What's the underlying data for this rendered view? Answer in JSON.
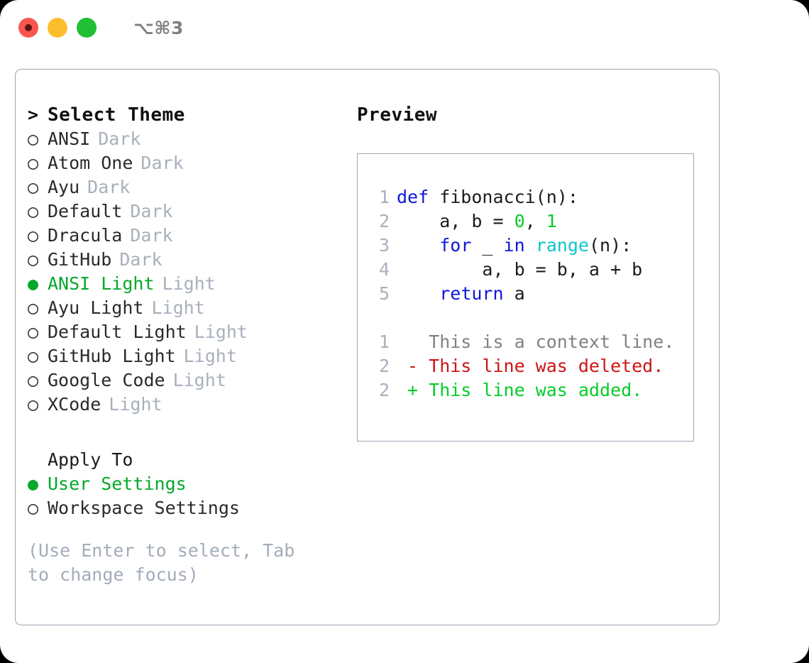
{
  "window": {
    "traffic_lights": [
      "close-red",
      "minimize-yellow",
      "maximize-green"
    ],
    "shortcut": "⌥⌘3"
  },
  "theme_picker": {
    "caret": ">",
    "title": "Select Theme",
    "selected_marker": "●",
    "unselected_marker": "○",
    "items": [
      {
        "name": "ANSI",
        "kind": "Dark",
        "selected": false
      },
      {
        "name": "Atom One",
        "kind": "Dark",
        "selected": false
      },
      {
        "name": "Ayu",
        "kind": "Dark",
        "selected": false
      },
      {
        "name": "Default",
        "kind": "Dark",
        "selected": false
      },
      {
        "name": "Dracula",
        "kind": "Dark",
        "selected": false
      },
      {
        "name": "GitHub",
        "kind": "Dark",
        "selected": false
      },
      {
        "name": "ANSI Light",
        "kind": "Light",
        "selected": true
      },
      {
        "name": "Ayu Light",
        "kind": "Light",
        "selected": false
      },
      {
        "name": "Default Light",
        "kind": "Light",
        "selected": false
      },
      {
        "name": "GitHub Light",
        "kind": "Light",
        "selected": false
      },
      {
        "name": "Google Code",
        "kind": "Light",
        "selected": false
      },
      {
        "name": "XCode",
        "kind": "Light",
        "selected": false
      }
    ]
  },
  "apply_to": {
    "title": "Apply To",
    "options": [
      {
        "label": "User Settings",
        "selected": true
      },
      {
        "label": "Workspace Settings",
        "selected": false
      }
    ]
  },
  "hint": "(Use Enter to select, Tab to change focus)",
  "preview": {
    "title": "Preview",
    "code_lines": [
      {
        "no": "1",
        "tokens": [
          {
            "t": "def",
            "c": "kw"
          },
          {
            "t": " fibonacci(n):",
            "c": "plain"
          }
        ]
      },
      {
        "no": "2",
        "tokens": [
          {
            "t": "    a, b = ",
            "c": "plain"
          },
          {
            "t": "0",
            "c": "num"
          },
          {
            "t": ", ",
            "c": "plain"
          },
          {
            "t": "1",
            "c": "num"
          }
        ]
      },
      {
        "no": "3",
        "tokens": [
          {
            "t": "    ",
            "c": "plain"
          },
          {
            "t": "for",
            "c": "kw"
          },
          {
            "t": " _ ",
            "c": "plain"
          },
          {
            "t": "in",
            "c": "kw"
          },
          {
            "t": " ",
            "c": "plain"
          },
          {
            "t": "range",
            "c": "builtin"
          },
          {
            "t": "(n):",
            "c": "plain"
          }
        ]
      },
      {
        "no": "4",
        "tokens": [
          {
            "t": "        a, b = b, a + b",
            "c": "plain"
          }
        ]
      },
      {
        "no": "5",
        "tokens": [
          {
            "t": "    ",
            "c": "plain"
          },
          {
            "t": "return",
            "c": "kw"
          },
          {
            "t": " a",
            "c": "plain"
          }
        ]
      }
    ],
    "diff_lines": [
      {
        "no": "1",
        "tokens": [
          {
            "t": "   This is a context line.",
            "c": "ctx"
          }
        ]
      },
      {
        "no": "2",
        "tokens": [
          {
            "t": " - This line was deleted.",
            "c": "del"
          }
        ]
      },
      {
        "no": "2",
        "tokens": [
          {
            "t": " + This line was added.",
            "c": "add"
          }
        ]
      }
    ]
  },
  "colors": {
    "accent_green": "#05a82b",
    "keyword_blue": "#0f17d8",
    "builtin_cyan": "#0fc4cc",
    "number_green": "#06cc29",
    "diff_delete_red": "#cc1414",
    "diff_add_green": "#06cc29",
    "muted_gray": "#a8b0bc",
    "border_gray": "#9ba6b3"
  }
}
